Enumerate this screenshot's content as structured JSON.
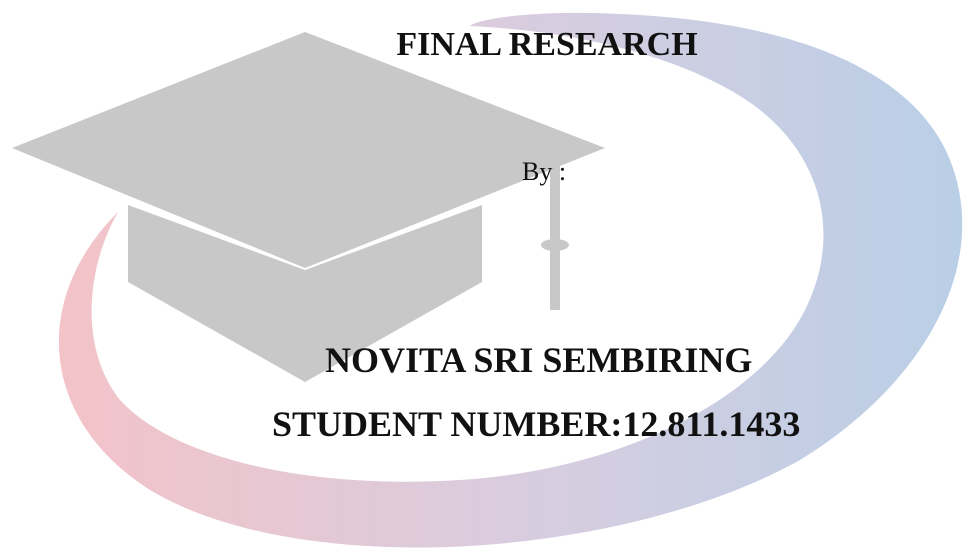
{
  "document": {
    "title": "FINAL RESEARCH",
    "by_label": "By :",
    "author_name": "NOVITA SRI SEMBIRING",
    "student_number_line": "STUDENT NUMBER:12.811.1433"
  },
  "artwork": {
    "swoosh_colors": [
      "#f3c3c8",
      "#d6cde0",
      "#b9cfe6"
    ],
    "cap_color": "#c8c8c8",
    "icon": "graduation-cap-icon"
  }
}
